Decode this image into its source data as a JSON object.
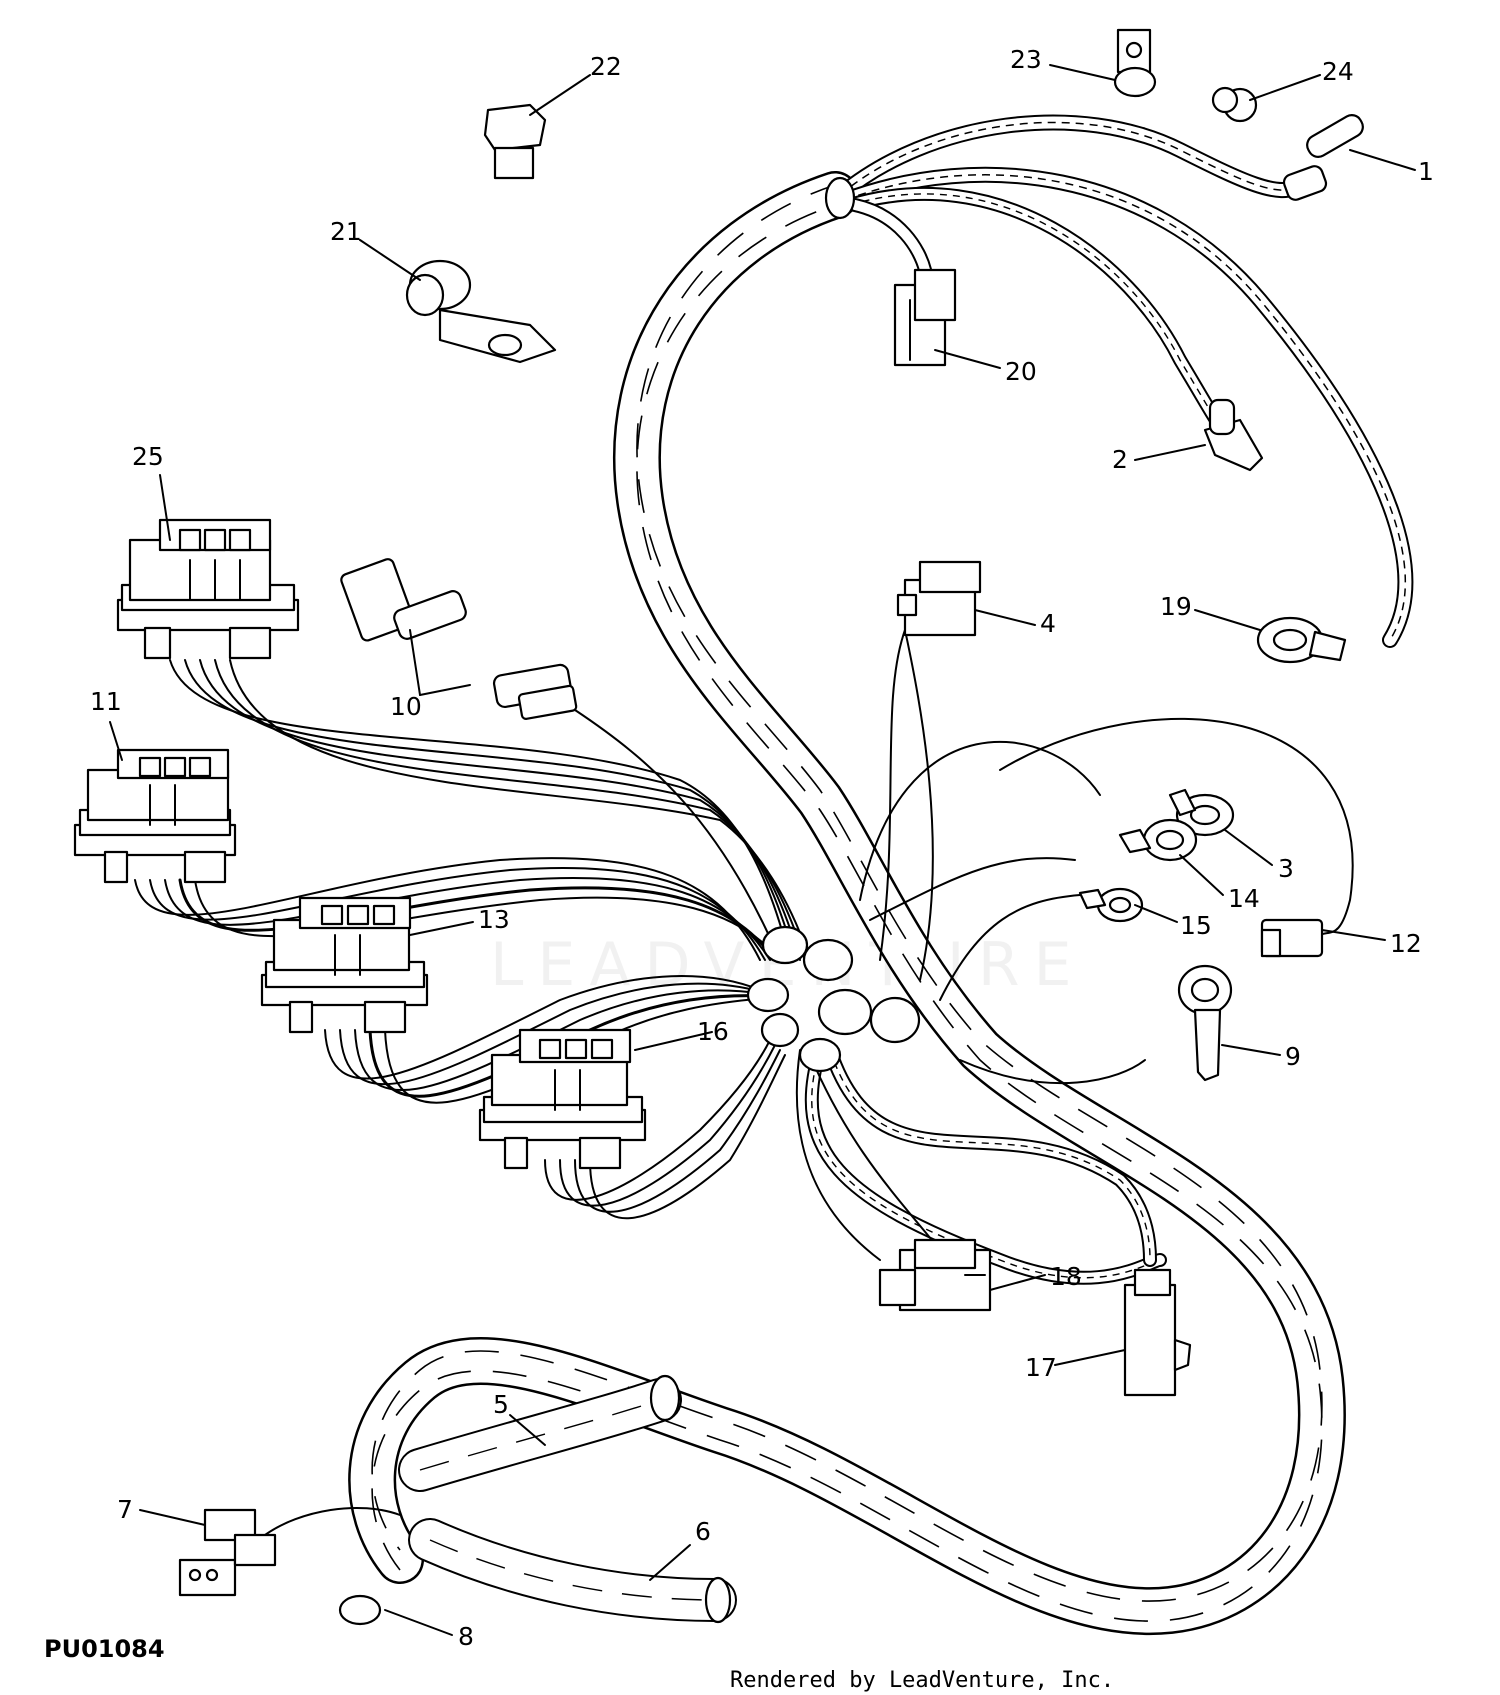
{
  "diagram": {
    "figure_id": "PU01084",
    "credit": "Rendered by LeadVenture, Inc.",
    "watermark": "LEADVENTURE",
    "callouts": [
      "1",
      "2",
      "3",
      "4",
      "5",
      "6",
      "7",
      "8",
      "9",
      "10",
      "11",
      "12",
      "13",
      "14",
      "15",
      "16",
      "17",
      "18",
      "19",
      "20",
      "21",
      "22",
      "23",
      "24",
      "25"
    ]
  }
}
